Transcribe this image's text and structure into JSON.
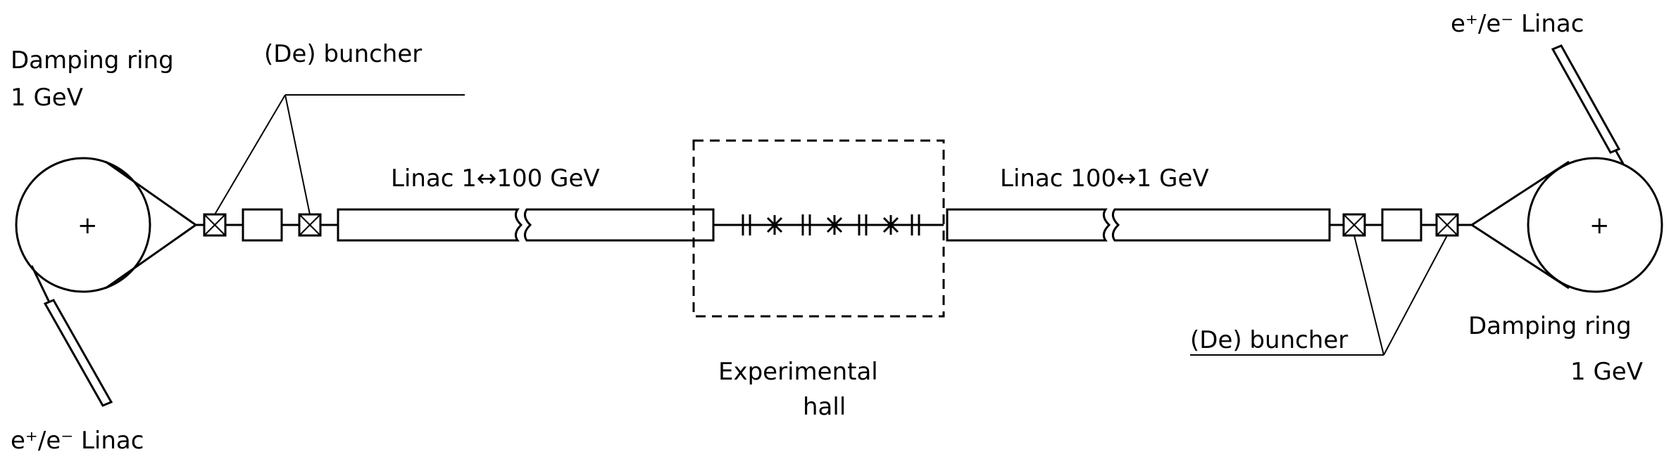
{
  "labels": {
    "left_ring_title": "Damping ring",
    "left_ring_energy": "1 GeV",
    "left_buncher": "(De) buncher",
    "left_linac": "Linac  1↔100 GeV",
    "left_injector": "e⁺/e⁻ Linac",
    "right_ring_title": "Damping ring",
    "right_ring_energy": "1 GeV",
    "right_buncher": "(De) buncher",
    "right_linac": "Linac  100↔1 GeV",
    "right_injector": "e⁺/e⁻ Linac",
    "hall_line1": "Experimental",
    "hall_line2": "hall",
    "ring_center_mark": "+"
  }
}
